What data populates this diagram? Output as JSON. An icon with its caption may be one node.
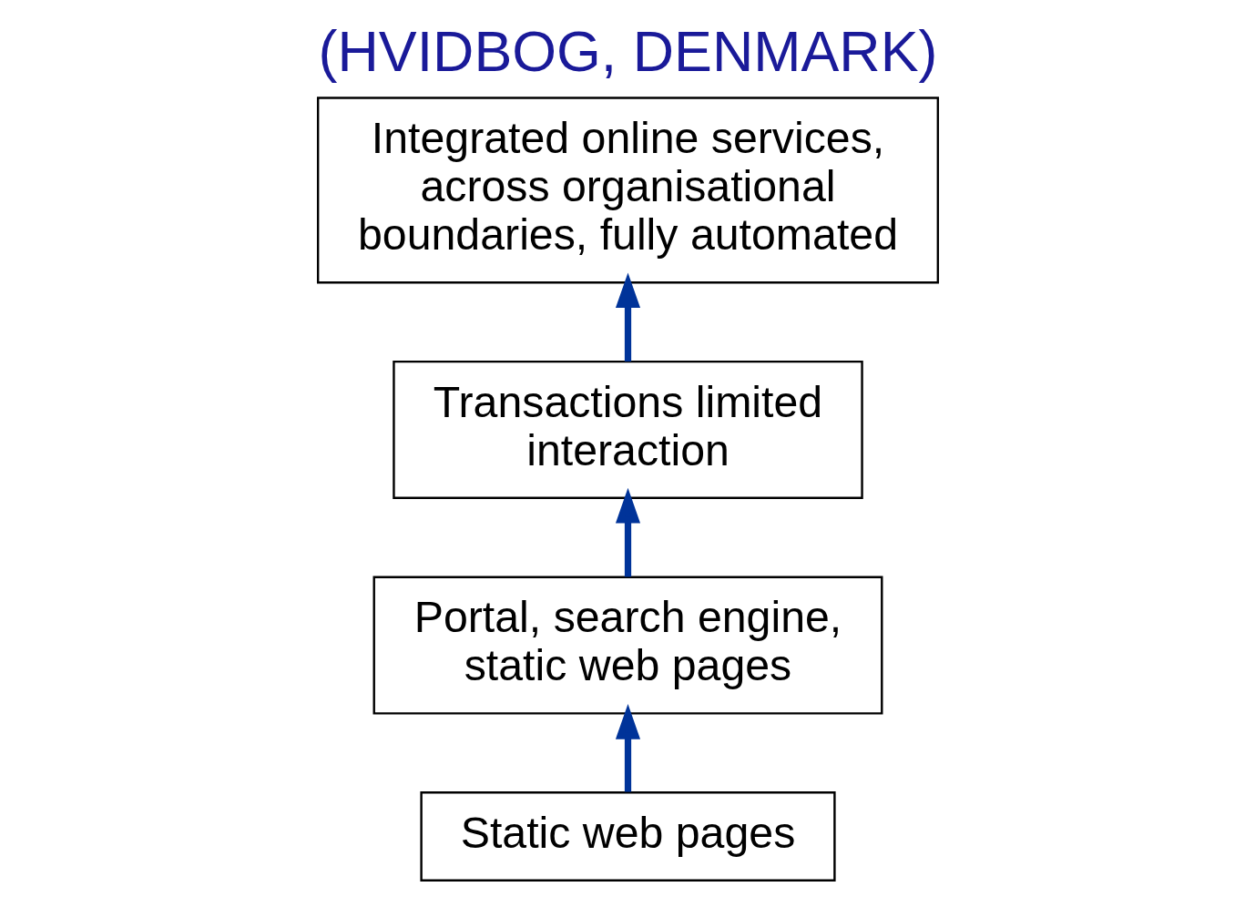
{
  "diagram": {
    "title": "(HVIDBOG, DENMARK)",
    "nodes": [
      {
        "text": [
          "Static web pages"
        ]
      },
      {
        "text": [
          "Portal, search engine, static web pages"
        ]
      },
      {
        "text": [
          "Transactions limited interaction"
        ]
      },
      {
        "text": [
          "Integrated online services, across organisational boundaries, fully automated"
        ]
      }
    ],
    "edges": [
      {
        "from": 0,
        "to": 1,
        "arrow": "to",
        "color": "#003399"
      },
      {
        "from": 1,
        "to": 2,
        "arrow": "to",
        "color": "#003399"
      },
      {
        "from": 2,
        "to": 3,
        "arrow": "to",
        "color": "#003399"
      }
    ]
  }
}
